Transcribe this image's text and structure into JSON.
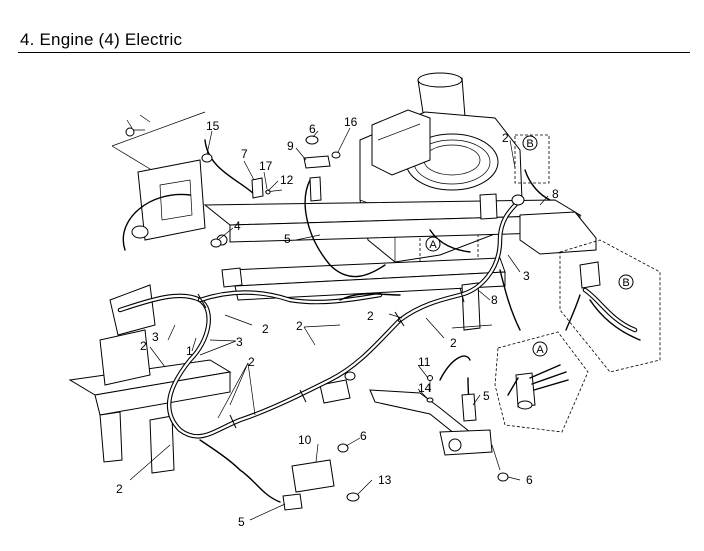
{
  "header": {
    "title": "4. Engine (4) Electric"
  },
  "detail_labels": {
    "a": "A",
    "b": "B"
  },
  "callouts": {
    "c2": "2",
    "c3": "3",
    "c4": "4",
    "c5": "5",
    "c6": "6",
    "c7": "7",
    "c8": "8",
    "c9": "9",
    "c10": "10",
    "c11": "11",
    "c12": "12",
    "c13": "13",
    "c14": "14",
    "c15": "15",
    "c16": "16",
    "c17": "17",
    "c1": "1"
  }
}
